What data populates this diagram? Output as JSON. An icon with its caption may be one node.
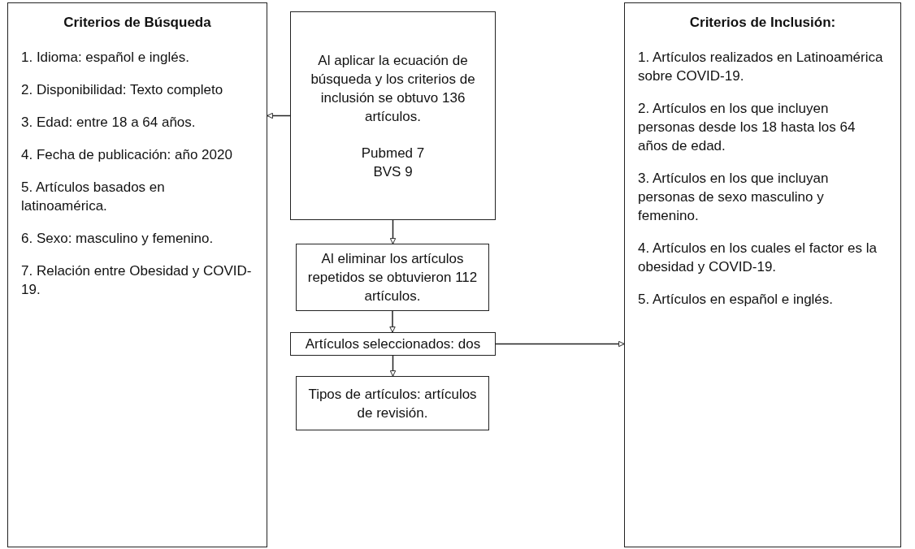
{
  "diagram": {
    "nodes": [
      {
        "text": [
          "Criterios de Búsqueda",
          "1. Idioma: español e inglés.",
          "2. Disponibilidad: Texto completo",
          "3. Edad: entre 18 a 64 años.",
          "4. Fecha de publicación: año 2020",
          "5. Artículos basados en latinoamérica.",
          "6. Sexo: masculino y femenino.",
          "7. Relación entre Obesidad y COVID-19."
        ]
      },
      {
        "text": [
          "Al aplicar la ecuación de búsqueda y los criterios de inclusión se obtuvo 136 artículos.",
          "Pubmed 7",
          "BVS 9"
        ]
      },
      {
        "text": [
          "Al eliminar los artículos repetidos se obtuvieron 112 artículos."
        ]
      },
      {
        "text": [
          "Artículos seleccionados: dos"
        ]
      },
      {
        "text": [
          "Tipos de artículos: artículos de revisión."
        ]
      },
      {
        "text": [
          "Criterios de Inclusión:",
          "1. Artículos realizados en Latinoamérica sobre COVID-19.",
          "2. Artículos en los que incluyen personas desde los 18 hasta los 64 años de edad.",
          "3. Artículos en los que incluyan personas de sexo masculino y femenino.",
          "4. Artículos en los cuales el factor es la obesidad y COVID-19.",
          "5. Artículos en español e inglés."
        ]
      }
    ],
    "edges": [
      {
        "from": 1,
        "to": 0,
        "arrow": "to"
      },
      {
        "from": 1,
        "to": 2,
        "arrow": "to"
      },
      {
        "from": 2,
        "to": 3,
        "arrow": "to"
      },
      {
        "from": 3,
        "to": 4,
        "arrow": "to"
      },
      {
        "from": 3,
        "to": 5,
        "arrow": "to"
      }
    ]
  }
}
